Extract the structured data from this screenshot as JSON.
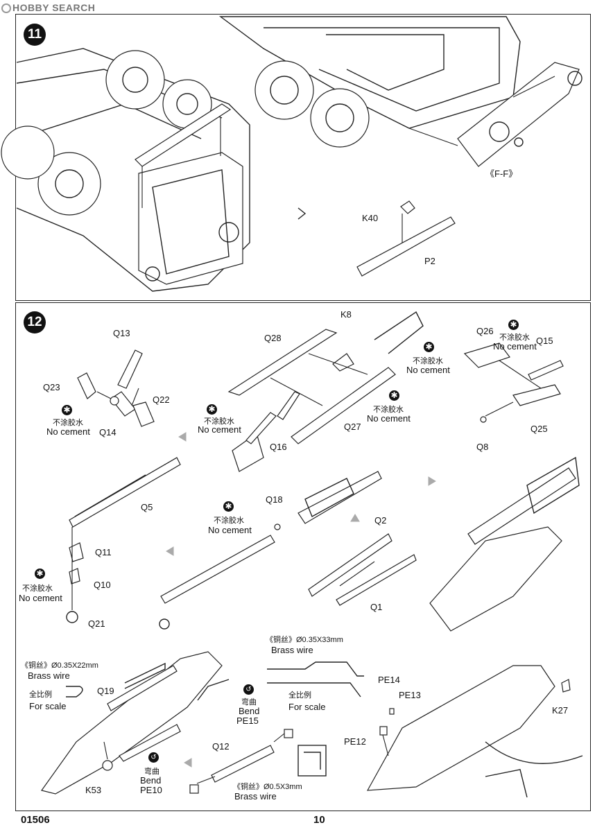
{
  "watermark": "HOBBY SEARCH",
  "footer": {
    "kit_number": "01506",
    "page_number": "10"
  },
  "step11": {
    "number": "11",
    "labels": {
      "k40": "K40",
      "p2": "P2",
      "ff": "《F-F》"
    }
  },
  "step12": {
    "number": "12",
    "no_cement_cn": "不涂胶水",
    "no_cement_en": "No cement",
    "bend_cn": "弯曲",
    "bend_en": "Bend",
    "scale_cn": "全比例",
    "scale_en": "For scale",
    "labels": {
      "q13": "Q13",
      "q23": "Q23",
      "q22": "Q22",
      "q14": "Q14",
      "k8": "K8",
      "q28": "Q28",
      "q16": "Q16",
      "q27": "Q27",
      "q26": "Q26",
      "q15": "Q15",
      "q8": "Q8",
      "q25": "Q25",
      "q5": "Q5",
      "q11": "Q11",
      "q10": "Q10",
      "q21": "Q21",
      "q18": "Q18",
      "q2": "Q2",
      "q1": "Q1",
      "q19": "Q19",
      "k53": "K53",
      "pe10": "PE10",
      "pe15": "PE15",
      "q12": "Q12",
      "pe14": "PE14",
      "pe13": "PE13",
      "pe12": "PE12",
      "k27": "K27"
    },
    "wires": {
      "wire_22": "《铜丝》Ø0.35X22mm",
      "wire_33": "《铜丝》Ø0.35X33mm",
      "wire_3": "《铜丝》Ø0.5X3mm",
      "brass_wire": "Brass wire"
    }
  }
}
